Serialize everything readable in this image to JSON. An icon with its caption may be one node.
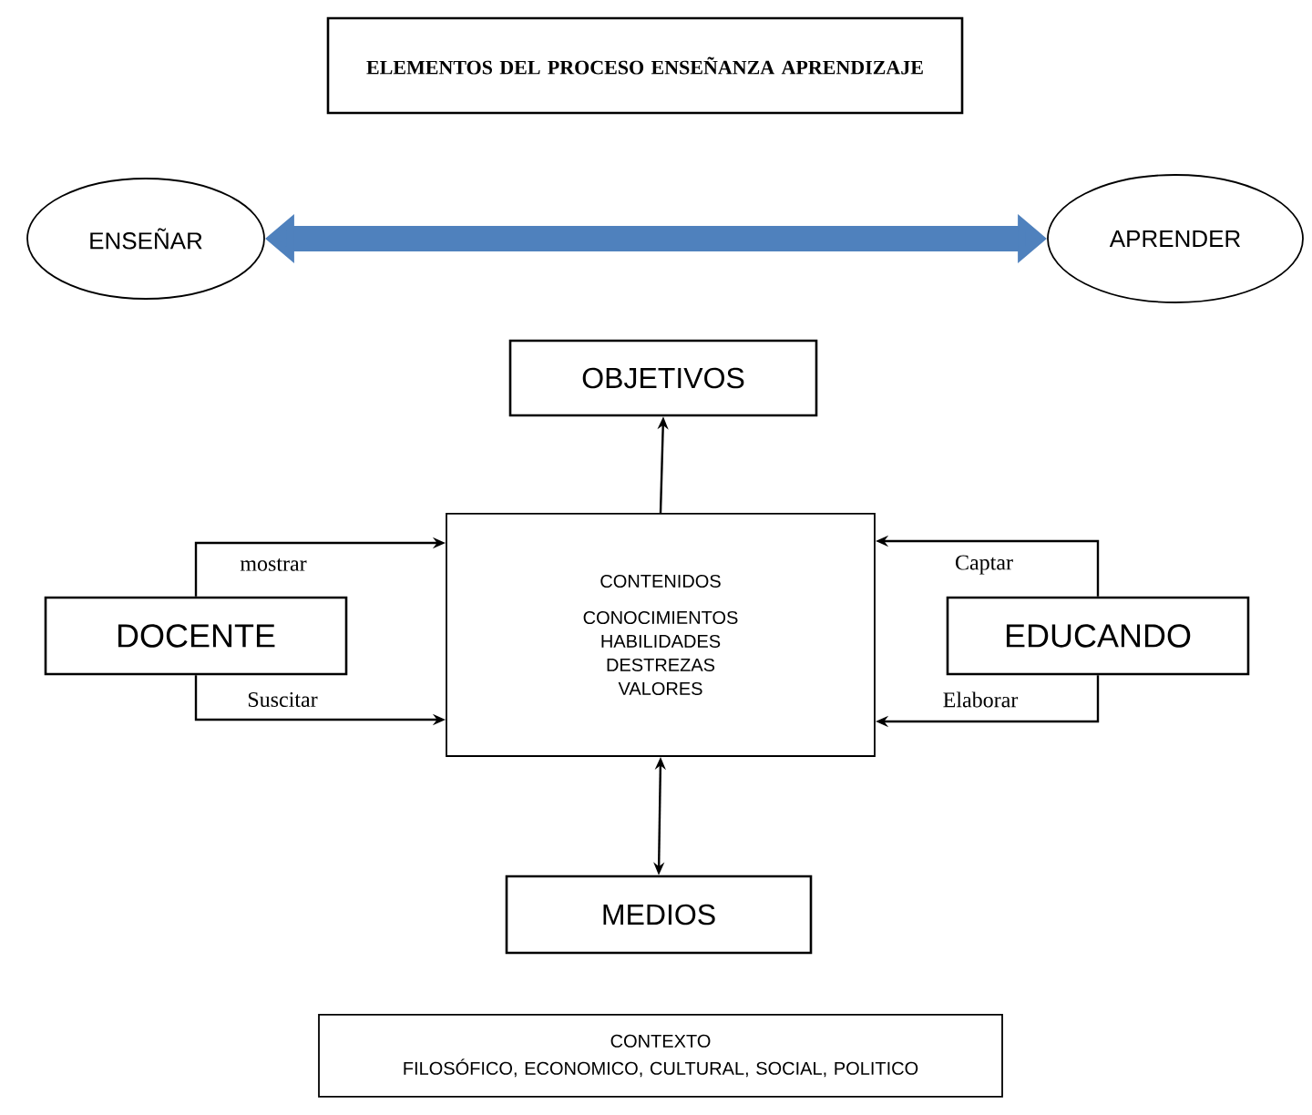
{
  "diagram": {
    "nodes": [
      {
        "text": [
          "ELEMENTOS DEL PROCESO ENSEÑANZA APRENDIZAJE"
        ]
      },
      {
        "text": [
          "ENSEÑAR"
        ]
      },
      {
        "text": [
          "APRENDER"
        ]
      },
      {
        "text": [
          "OBJETIVOS"
        ]
      },
      {
        "text": [
          "CONTENIDOS",
          "CONOCIMIENTOS HABILIDADES DESTREZAS VALORES"
        ]
      },
      {
        "text": [
          "DOCENTE"
        ]
      },
      {
        "text": [
          "EDUCANDO"
        ]
      },
      {
        "text": [
          "MEDIOS"
        ]
      },
      {
        "text": [
          "CONTEXTO",
          "FILOSÓFICO, ECONOMICO, CULTURAL, SOCIAL, POLITICO"
        ]
      }
    ],
    "edges": [
      {
        "from": 1,
        "to": 2,
        "arrow": "both",
        "style": "thick",
        "color": "#4f81bd"
      },
      {
        "from": 4,
        "to": 3,
        "arrow": "to"
      },
      {
        "from": 4,
        "to": 7,
        "arrow": "both"
      },
      {
        "from": 5,
        "to": 4,
        "arrow": "to",
        "label": "mostrar"
      },
      {
        "from": 5,
        "to": 4,
        "arrow": "to",
        "label": "Suscitar"
      },
      {
        "from": 6,
        "to": 4,
        "arrow": "to",
        "label": "Captar"
      },
      {
        "from": 6,
        "to": 4,
        "arrow": "to",
        "label": "Elaborar"
      }
    ]
  }
}
